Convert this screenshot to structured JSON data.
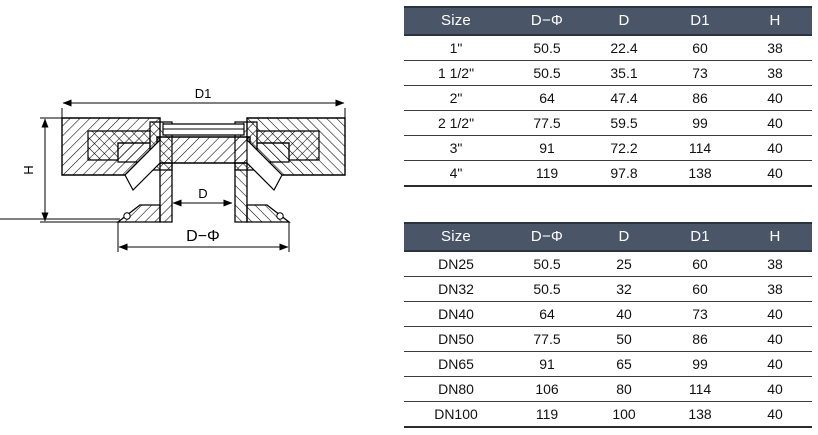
{
  "drawing": {
    "name": "butterfly-valve-cross-section",
    "dimension_labels": {
      "d1": "D1",
      "h": "H",
      "d": "D",
      "d_phi": "D−Φ"
    }
  },
  "tables": [
    {
      "id": "imperial",
      "name": "imperial-size-table",
      "columns": [
        "Size",
        "D−Φ",
        "D",
        "D1",
        "H"
      ],
      "rows": [
        [
          "1\"",
          "50.5",
          "22.4",
          "60",
          "38"
        ],
        [
          "1 1/2\"",
          "50.5",
          "35.1",
          "73",
          "38"
        ],
        [
          "2\"",
          "64",
          "47.4",
          "86",
          "40"
        ],
        [
          "2 1/2\"",
          "77.5",
          "59.5",
          "99",
          "40"
        ],
        [
          "3\"",
          "91",
          "72.2",
          "114",
          "40"
        ],
        [
          "4\"",
          "119",
          "97.8",
          "138",
          "40"
        ]
      ]
    },
    {
      "id": "metric",
      "name": "metric-dn-size-table",
      "columns": [
        "Size",
        "D−Φ",
        "D",
        "D1",
        "H"
      ],
      "rows": [
        [
          "DN25",
          "50.5",
          "25",
          "60",
          "38"
        ],
        [
          "DN32",
          "50.5",
          "32",
          "60",
          "38"
        ],
        [
          "DN40",
          "64",
          "40",
          "73",
          "40"
        ],
        [
          "DN50",
          "77.5",
          "50",
          "86",
          "40"
        ],
        [
          "DN65",
          "91",
          "65",
          "99",
          "40"
        ],
        [
          "DN80",
          "106",
          "80",
          "114",
          "40"
        ],
        [
          "DN100",
          "119",
          "100",
          "138",
          "40"
        ]
      ]
    }
  ],
  "colors": {
    "header_bg": "#4a5568",
    "header_text": "#ffffff",
    "rule": "#3c3c3c",
    "drawing_line": "#000000",
    "page_bg": "#ffffff"
  }
}
